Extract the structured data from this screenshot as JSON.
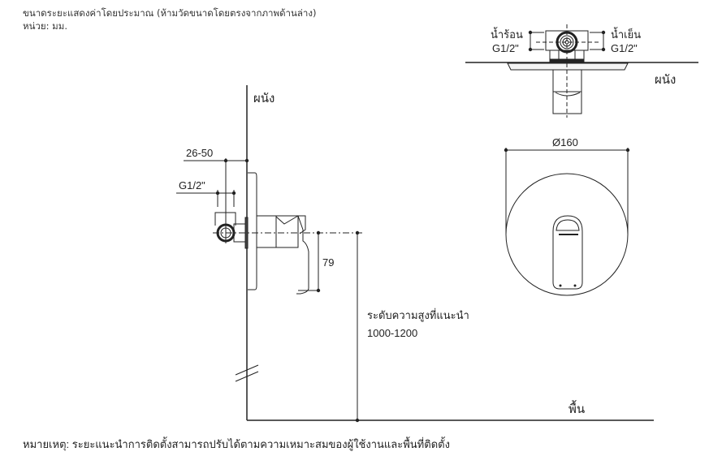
{
  "header": {
    "note_line1": "ขนาดระยะแสดงค่าโดยประมาณ (ห้ามวัดขนาดโดยตรงจากภาพด้านล่าง)",
    "note_line2": "หน่วย: มม."
  },
  "top_view": {
    "hot_label": "น้ำร้อน",
    "hot_size": "G1/2\"",
    "cold_label": "น้ำเย็น",
    "cold_size": "G1/2\"",
    "wall_label": "ผนัง"
  },
  "side_view": {
    "wall_label": "ผนัง",
    "wall_depth": "26-50",
    "inlet_size": "G1/2\"",
    "handle_drop": "79",
    "recommended_height_label": "ระดับความสูงที่แนะนำ",
    "recommended_height": "1000-1200",
    "floor_label": "พื้น"
  },
  "front_view": {
    "diameter": "Ø160"
  },
  "footer": {
    "remark": "หมายเหตุ: ระยะแนะนำการติดตั้งสามารถปรับได้ตามความเหมาะสมของผู้ใช้งานและพื้นที่ติดตั้ง"
  }
}
